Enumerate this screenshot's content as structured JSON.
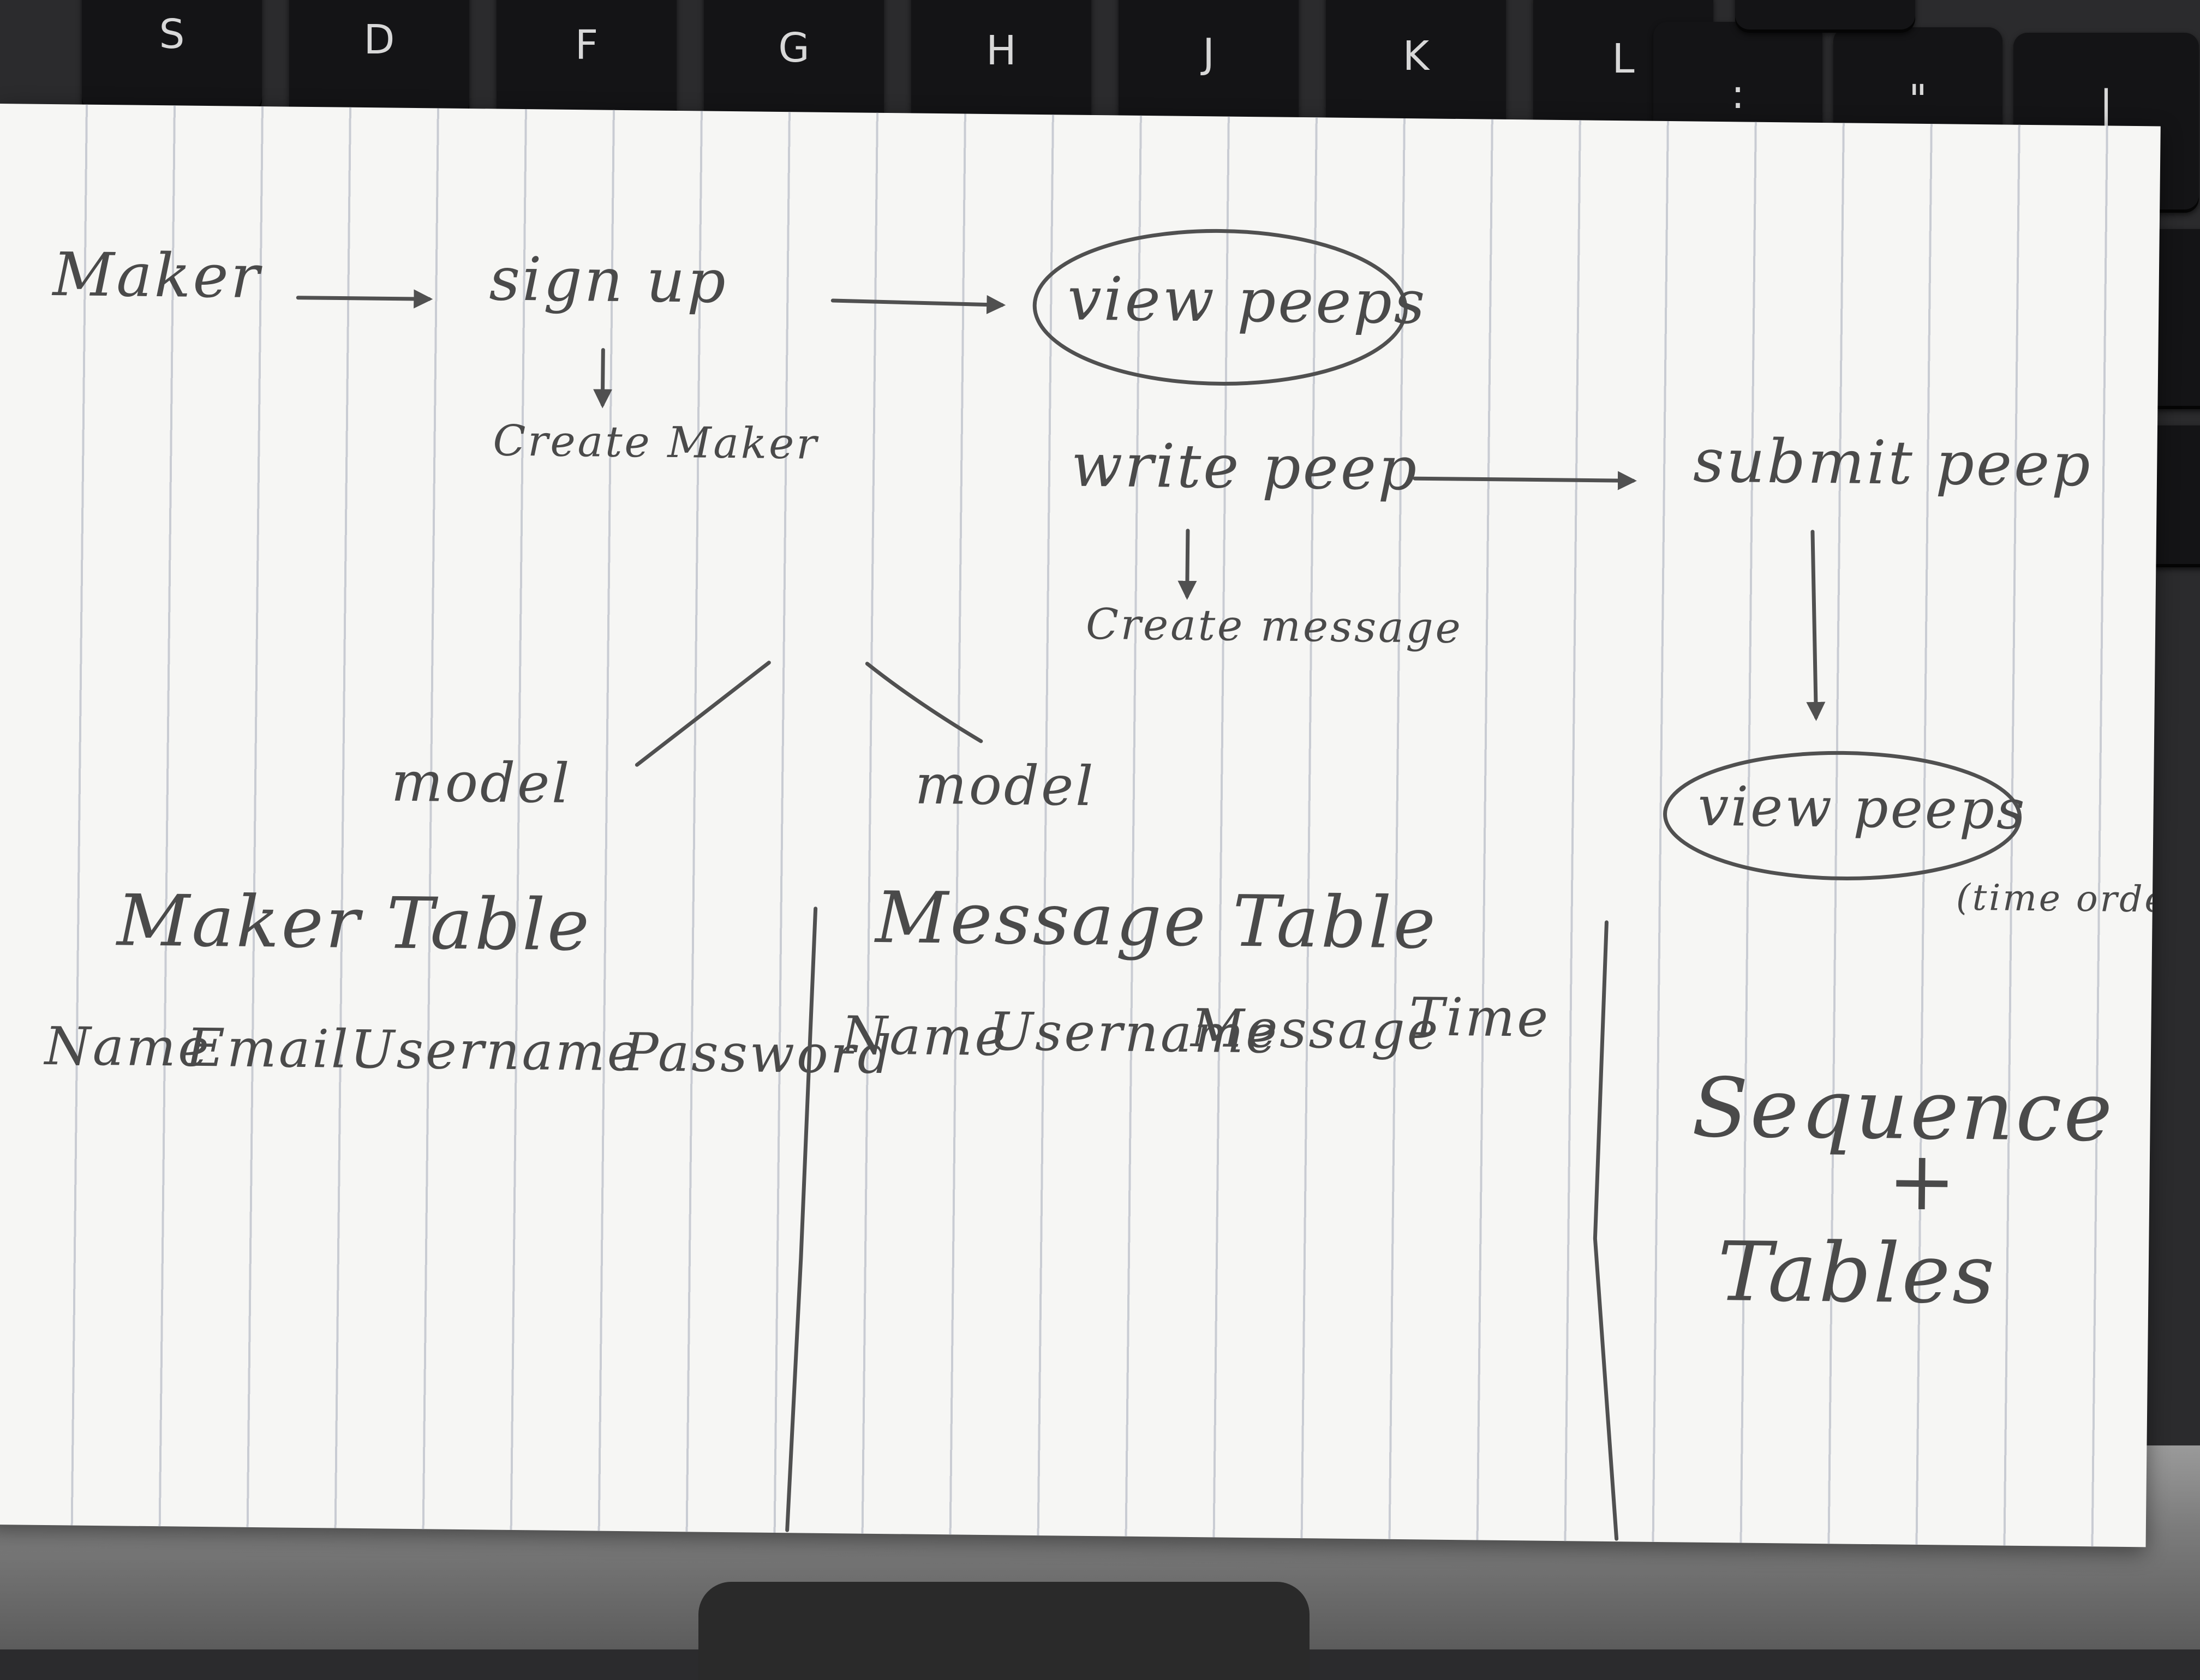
{
  "keyboard": {
    "keys": [
      "S",
      "D",
      "F",
      "G",
      "H",
      "J",
      "K",
      "L",
      ":",
      "\"",
      "[",
      "|"
    ]
  },
  "diagram": {
    "nodes": {
      "maker": "Maker",
      "sign_up": "sign up",
      "create_maker": "Create Maker",
      "view_peeps_1": "view peeps",
      "write_peep": "write peep",
      "create_message": "Create message",
      "submit_peep": "submit peep",
      "view_peeps_2": "view peeps",
      "time_order": "(time order)",
      "model_left": "model",
      "model_right": "model"
    },
    "tables": {
      "maker_table": {
        "title": "Maker Table",
        "columns": [
          "Name",
          "Email",
          "Username",
          "Password"
        ]
      },
      "message_table": {
        "title": "Message Table",
        "columns": [
          "Name",
          "Username",
          "Message",
          "Time"
        ]
      }
    },
    "side_note": {
      "line1": "Sequence",
      "plus": "+",
      "line2": "Tables"
    },
    "colors": {
      "ink": "#4a4a4a",
      "paper": "#f6f6f4",
      "ruling": "#c9ccd3"
    }
  }
}
